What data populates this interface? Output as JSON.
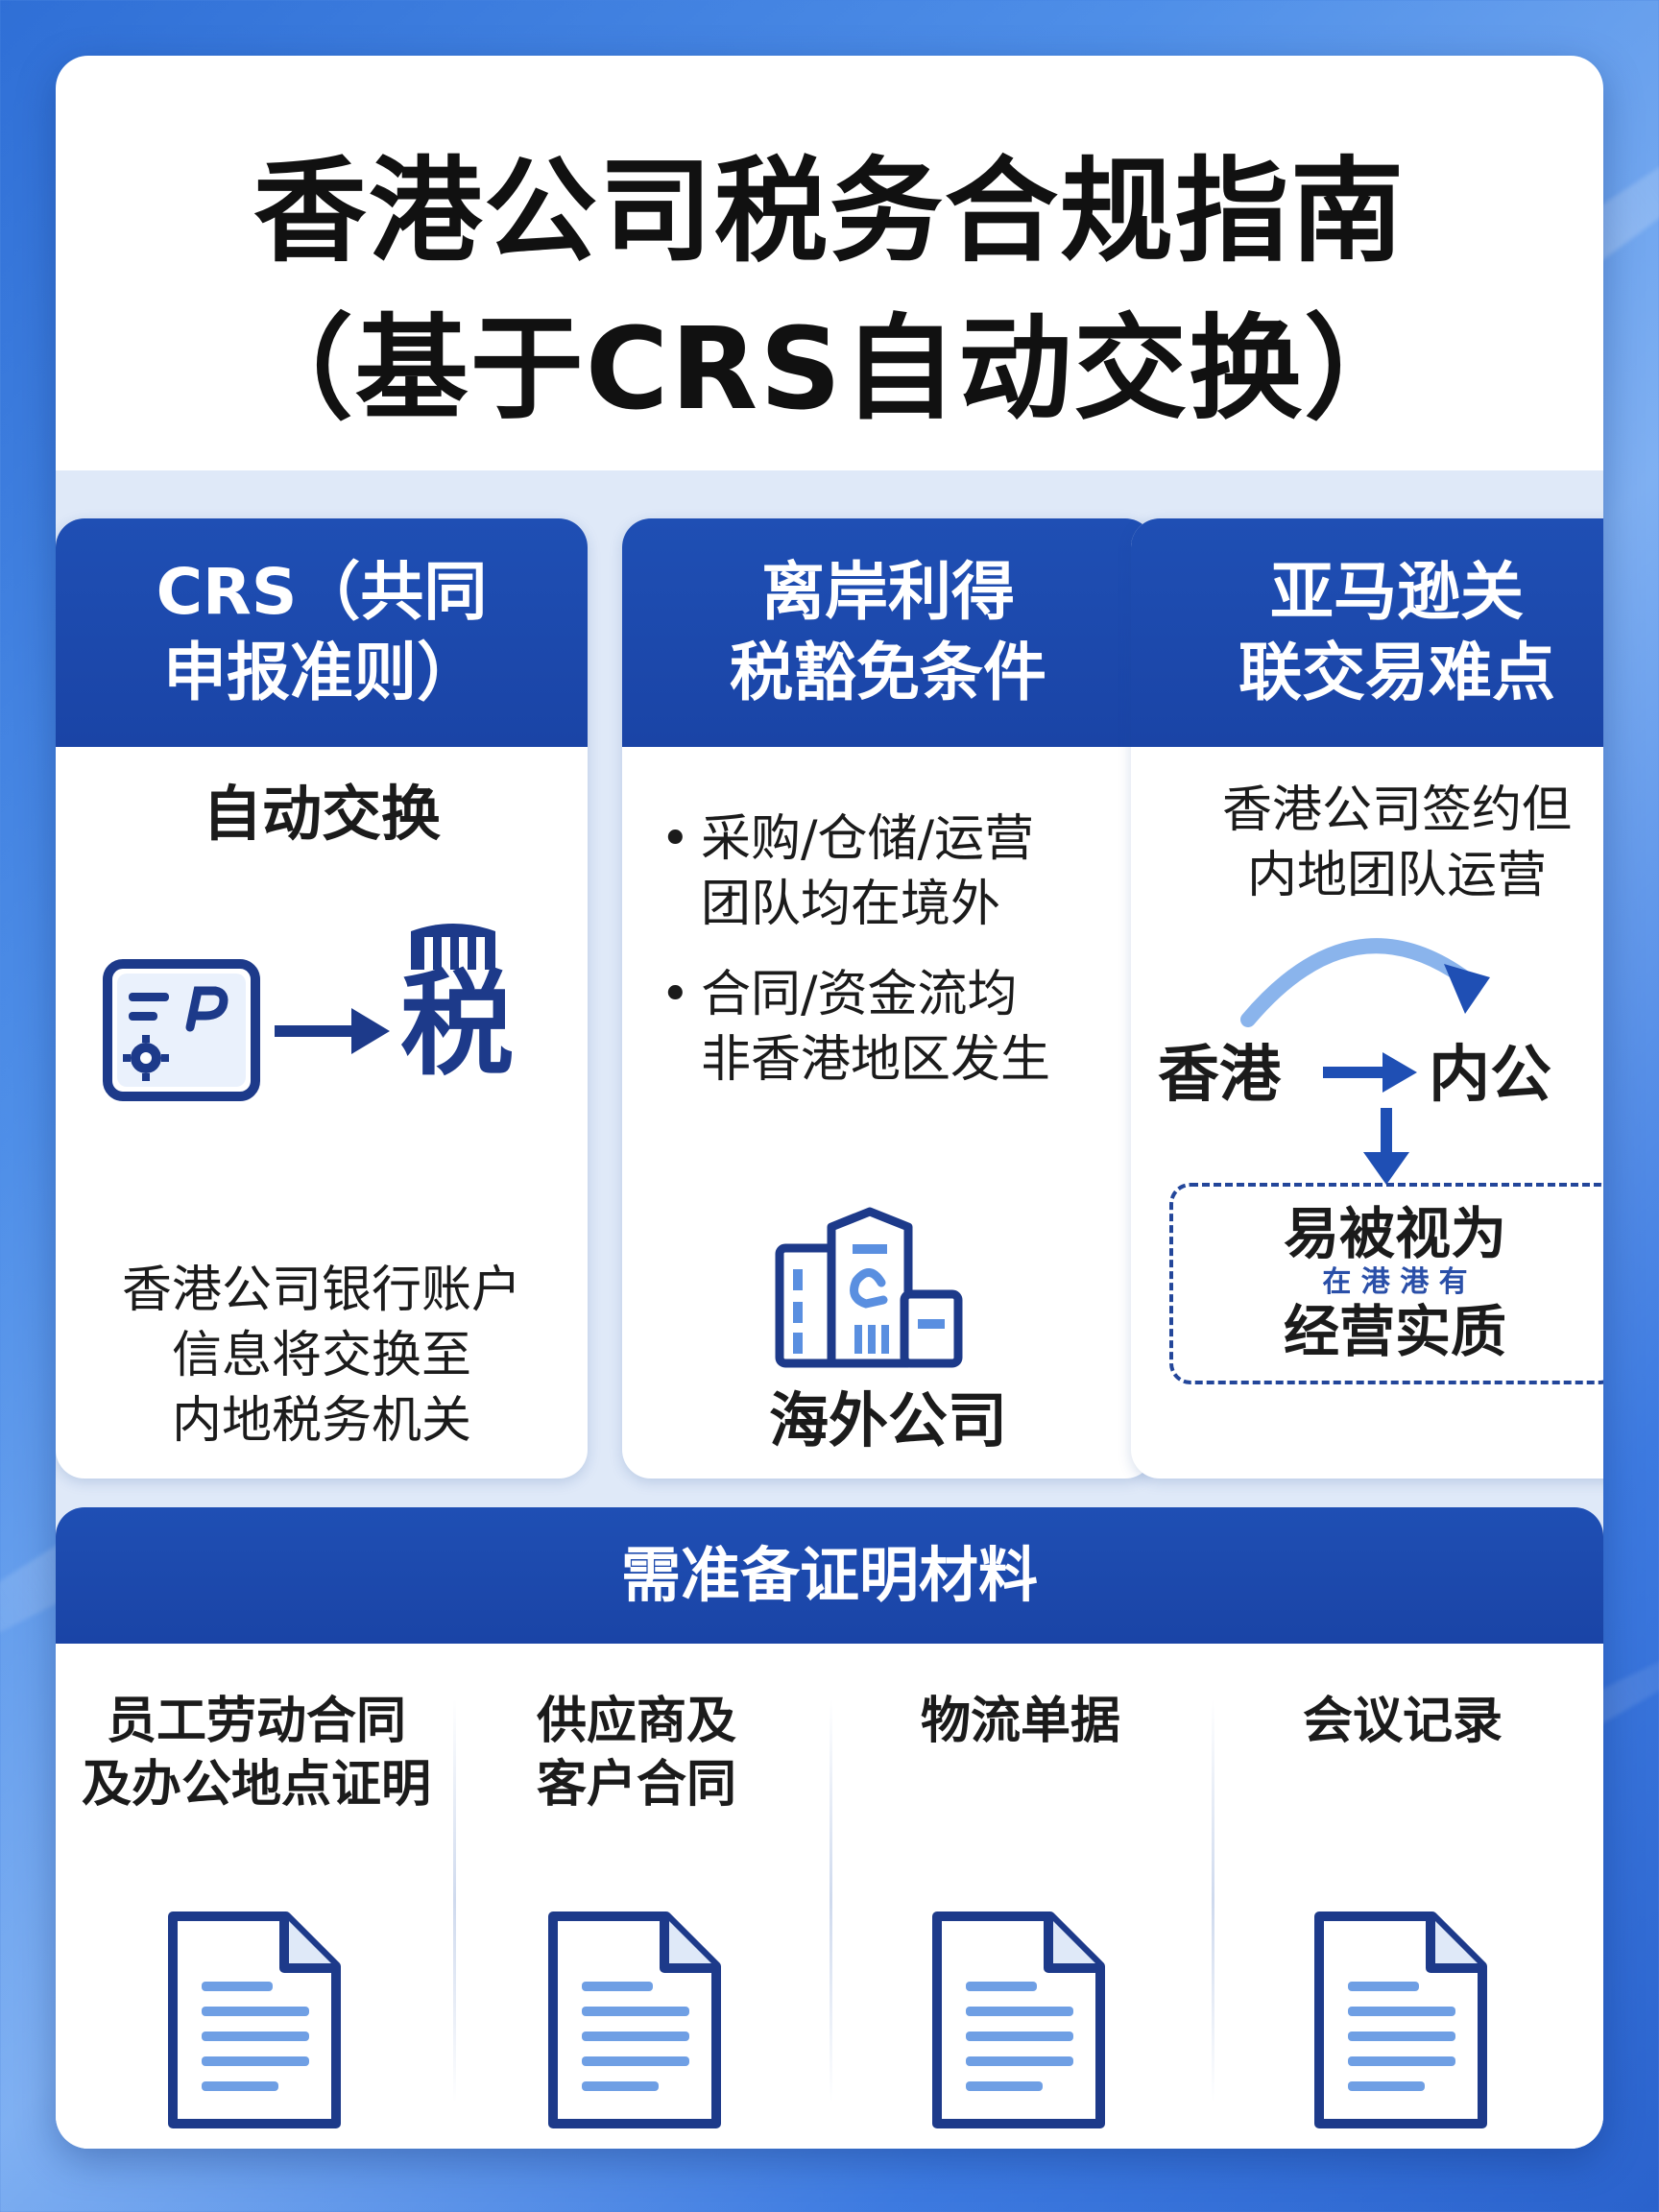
{
  "title": {
    "line1": "香港公司税务合规指南",
    "line2": "（基于CRS自动交换）"
  },
  "columns": [
    {
      "head_line1": "CRS（共同",
      "head_line2": "申报准则）",
      "subtitle": "自动交换",
      "tax_glyph": "税",
      "desc": [
        "香港公司银行账户",
        "信息将交换至",
        "内地税务机关"
      ]
    },
    {
      "head_line1": "离岸利得",
      "head_line2": "税豁免条件",
      "bullets": [
        {
          "line1": "采购/仓储/运营",
          "line2": "团队均在境外"
        },
        {
          "line1": "合同/资金流均",
          "line2": "非香港地区发生"
        }
      ],
      "bullet_char": "•",
      "building_label": "海外公司"
    },
    {
      "head_line1": "亚马逊关",
      "head_line2": "联交易难点",
      "desc": [
        "香港公司签约但",
        "内地团队运营"
      ],
      "flow_from": "香港",
      "flow_to": "内公",
      "box_line1": "易被视为",
      "box_small": "在 港 港 有",
      "box_line2": "经营实质"
    }
  ],
  "materials": {
    "heading": "需准备证明材料",
    "items": [
      {
        "line1": "员工劳动合同",
        "line2": "及办公地点证明"
      },
      {
        "line1": "供应商及",
        "line2": "客户合同"
      },
      {
        "line1": "物流单据",
        "line2": ""
      },
      {
        "line1": "会议记录",
        "line2": ""
      }
    ]
  },
  "colors": {
    "primary": "#1f4fb4",
    "navy": "#1d3a8a",
    "light_blue": "#8ab4ec",
    "band": "#dfe9f8"
  }
}
